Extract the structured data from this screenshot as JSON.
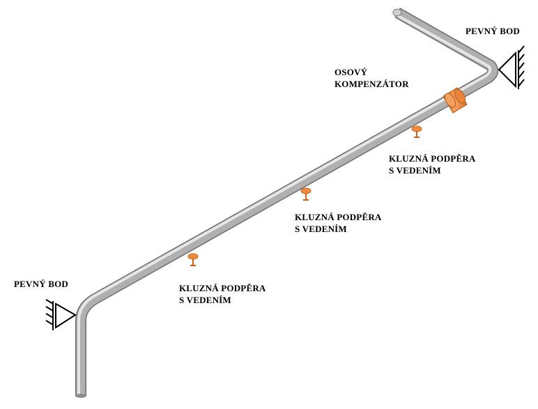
{
  "labels": {
    "fixed_point_top": "PEVNÝ BOD",
    "fixed_point_bottom": "PEVNÝ BOD",
    "compensator_line1": "OSOVÝ",
    "compensator_line2": "KOMPENZÁTOR",
    "support_top_line1": "KLUZNÁ PODPĚRA",
    "support_top_line2": "S VEDENÍM",
    "support_mid_line1": "KLUZNÁ PODPĚRA",
    "support_mid_line2": "S VEDENÍM",
    "support_bottom_line1": "KLUZNÁ PODPĚRA",
    "support_bottom_line2": "S VEDENÍM"
  },
  "colors": {
    "pipe": "#a9a9a9",
    "pipe_highlight": "#e4e4e4",
    "pipe_edge": "#6e6e6e",
    "component_orange": "#f08a3c",
    "component_orange_dark": "#c8641e",
    "symbol_stroke": "#000000"
  },
  "icons": {
    "fixed_point_symbol": "fixed-support-triangle-hatched",
    "guided_support_symbol": "sliding-support-guided",
    "compensator_symbol": "axial-compensator-sleeve"
  }
}
